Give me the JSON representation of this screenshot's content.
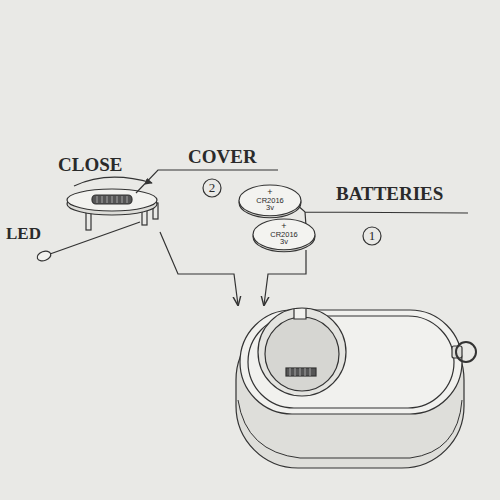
{
  "diagram": {
    "nodes": [
      {
        "text": [
          "+",
          "CR2016",
          "3v"
        ]
      },
      {
        "text": [
          "+",
          "CR2016",
          "3v"
        ]
      }
    ],
    "labels": [
      "CLOSE",
      "COVER",
      "2",
      "BATTERIES",
      "1",
      "LED"
    ]
  }
}
